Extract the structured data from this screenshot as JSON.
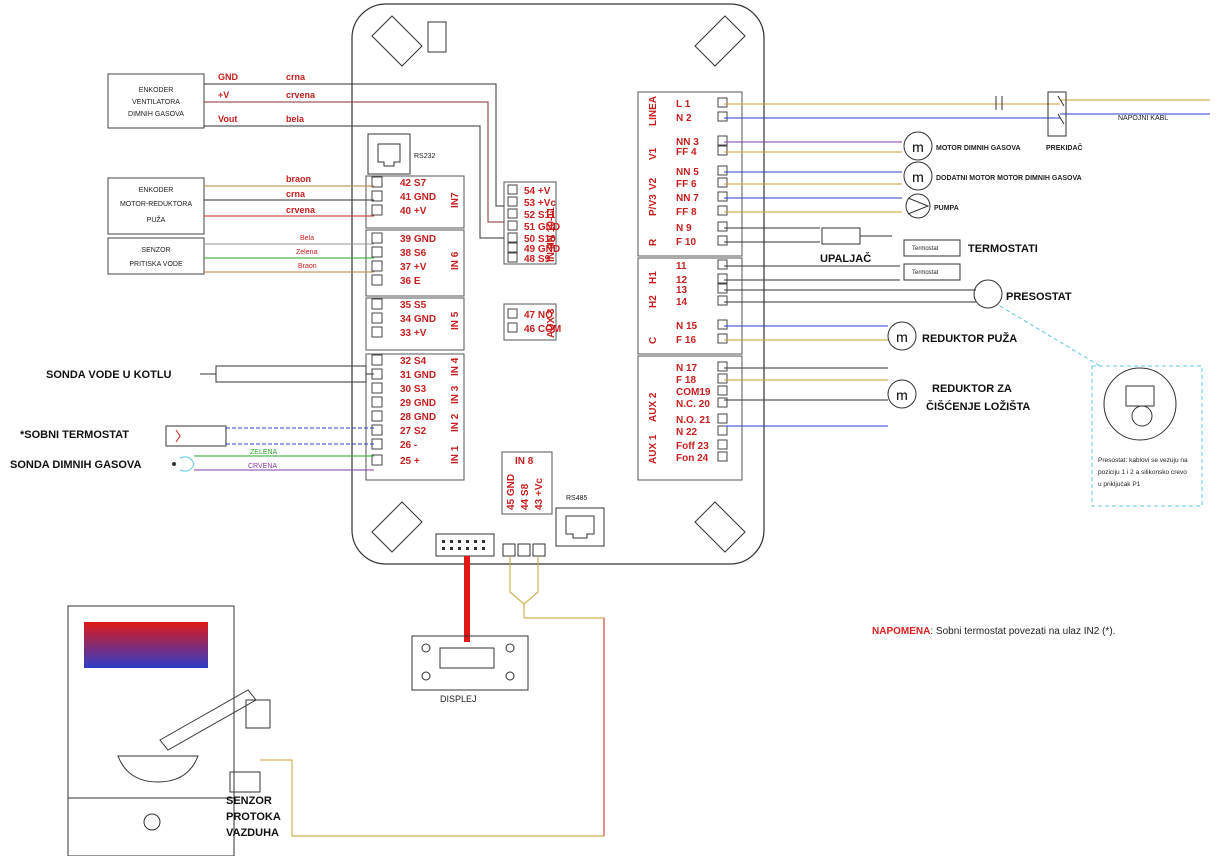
{
  "colors": {
    "red": "#c81e1e",
    "blue": "#2c3ec8",
    "cyan": "#5fc8e0",
    "green": "#2aa62a",
    "purple": "#8a3aa8",
    "gray": "#777777"
  },
  "sensors": {
    "encoder_fan": [
      "ENKODER",
      "VENTILATORA",
      "DIMNIH GASOVA"
    ],
    "encoder_motor": [
      "ENKODER",
      "MOTOR-REDUKTORA",
      "PUŽA"
    ],
    "pressure_sensor": [
      "SENZOR",
      "PRITISKA VODE"
    ]
  },
  "wires": {
    "gnd": "GND",
    "plus_v": "+V",
    "vout": "Vout",
    "crna": "crna",
    "crvena": "crvena",
    "bela": "bela",
    "braon": "braon",
    "crna2": "crna",
    "crvena2": "crvena",
    "bela2": "Bela",
    "zelena": "Zelena",
    "braon2": "Braon",
    "zelena_low": "ZELENA",
    "crvena_low": "CRVENA"
  },
  "board": {
    "rs232": "RS232",
    "rs485": "RS485",
    "in7": "IN7",
    "in6": "IN 6",
    "in5": "IN 5",
    "in4": "IN 4",
    "in3": "IN 3",
    "in2": "IN 2",
    "in1": "IN 1",
    "in1011": "IN 10-11",
    "in9": "IN 9",
    "in8": "IN 8",
    "aux3": "AUX 3",
    "left_terms": [
      "42 S7",
      "41 GND",
      "40 +V",
      "39 GND",
      "38  S6",
      "37 +V",
      "36  E",
      "35 S5",
      "34 GND",
      "33 +V",
      "32 S4",
      "31 GND",
      "30 S3",
      "29 GND",
      "28 GND",
      "27 S2",
      "26  -",
      "25 +"
    ],
    "mid_terms": [
      "54 +V",
      "53 +Vc",
      "52 S11",
      "51 GND",
      "50 S10",
      "49 GND",
      "48 S9"
    ],
    "aux_terms": [
      "47 NO",
      "46 COM"
    ],
    "in8_terms": [
      "45 GND",
      "44 S8",
      "43 +Vc"
    ],
    "right_groups": [
      "LINEA",
      "V1",
      "V2",
      "P/V3",
      "R",
      "H1",
      "H2",
      "C",
      "",
      "AUX 2",
      "AUX 1"
    ],
    "right_terms": [
      "L  1",
      "N  2",
      "NN 3",
      "FF 4",
      "NN 5",
      "FF 6",
      "NN 7",
      "FF 8",
      "N  9",
      "F  10",
      "11",
      "12",
      "13",
      "14",
      "N 15",
      "F  16",
      "N 17",
      "F  18",
      "COM19",
      "N.C. 20",
      "N.O. 21",
      "N  22",
      "Foff 23",
      "Fon 24"
    ]
  },
  "outputs": {
    "napojni_kabl": "NAPOJNI KABL",
    "prekidac": "PREKIDAČ",
    "motor_dimnih": "MOTOR DIMNIH GASOVA",
    "dodatni": "DODATNI MOTOR MOTOR DIMNIH GASOVA",
    "pumpa": "PUMPA",
    "upaljac": "UPALJAČ",
    "termostati": "TERMOSTATI",
    "termostat_small": "Termostat",
    "presostat": "PRESOSTAT",
    "reduktor_puza": "REDUKTOR PUŽA",
    "reduktor_ciscenje": [
      "REDUKTOR ZA",
      "ČIŠĆENJE LOŽIŠTA"
    ],
    "m": "m"
  },
  "inputs": {
    "sonda_vode": "SONDA VODE U KOTLU",
    "sobni_termostat": "*SOBNI TERMOSTAT",
    "sonda_dimnih": "SONDA DIMNIH GASOVA"
  },
  "bottom": {
    "displej": "DISPLEJ",
    "senzor_protoka": [
      "SENZOR",
      "PROTOKA",
      "VAZDUHA"
    ]
  },
  "presostat_note": [
    "Presostat: kablovi se vezuju na",
    "poziciju 1 i 2 a silikonsko crevo",
    "u priključak P1"
  ],
  "note": {
    "prefix": "NAPOMENA",
    "text": ": Sobni termostat povezati na ulaz IN2 (*)."
  }
}
